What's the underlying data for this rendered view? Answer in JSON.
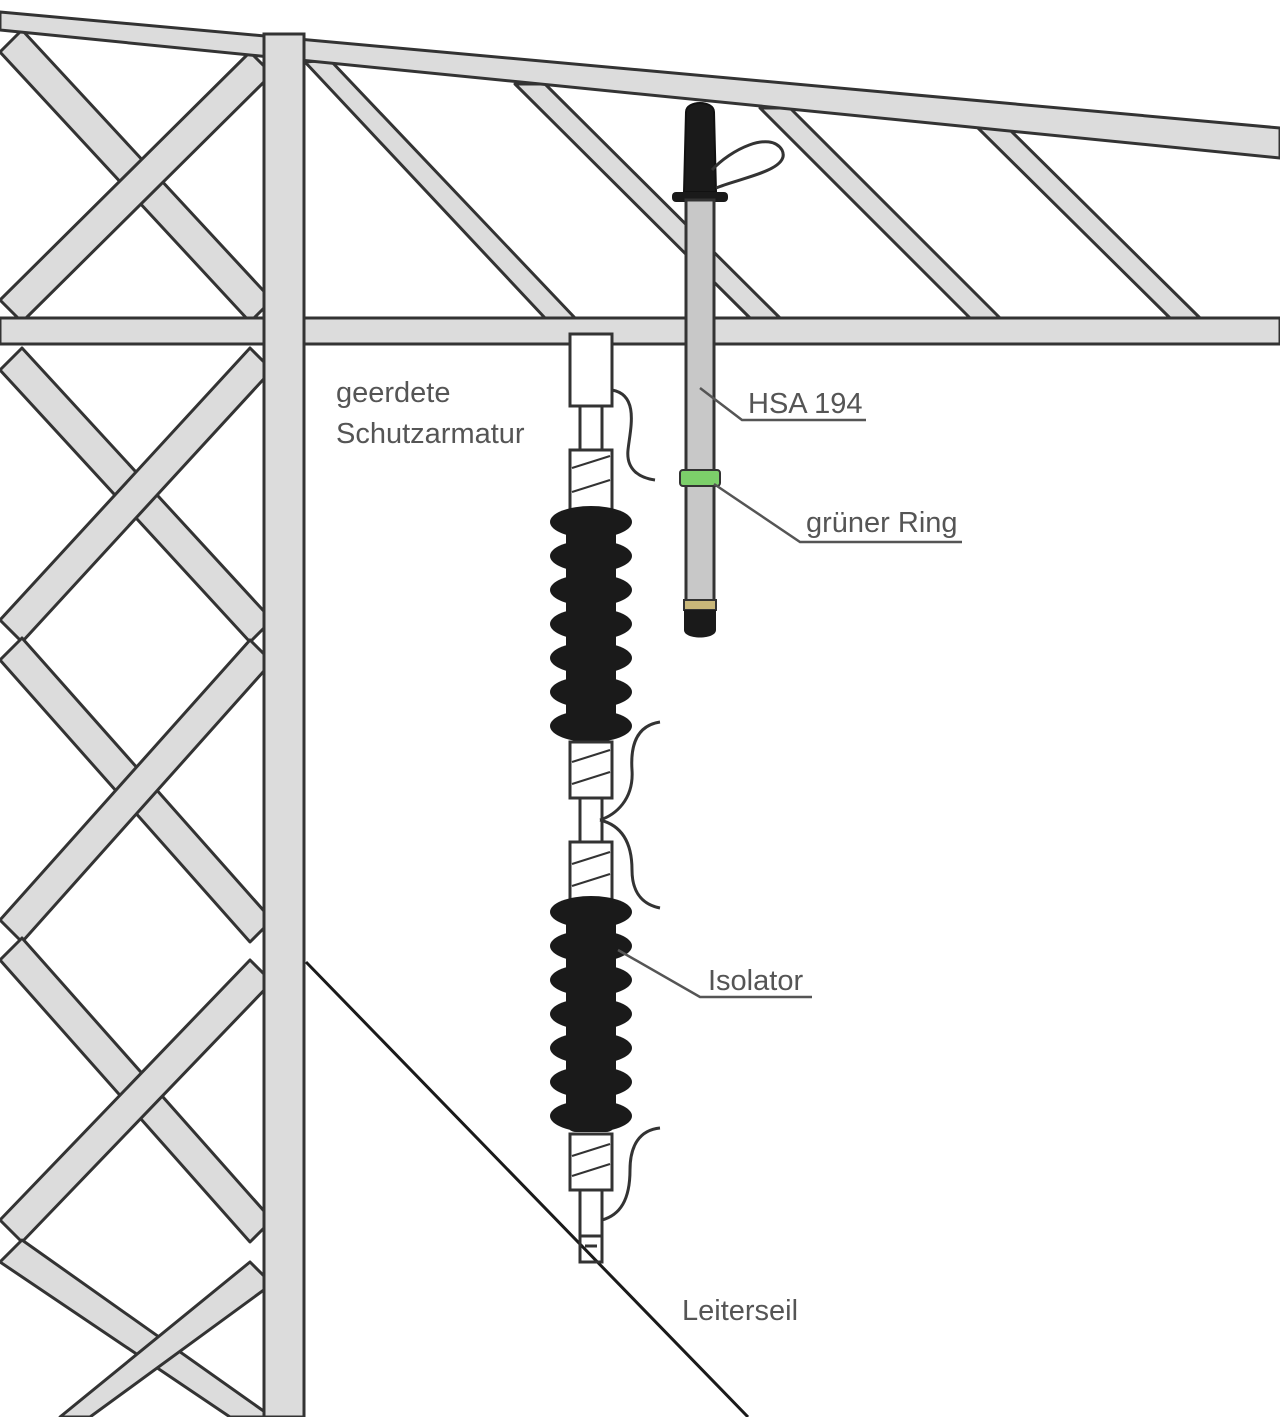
{
  "labels": {
    "schutzarmatur_line1": "geerdete",
    "schutzarmatur_line2": "Schutzarmatur",
    "hsa": "HSA 194",
    "ring": "grüner Ring",
    "isolator": "Isolator",
    "leiterseil": "Leiterseil"
  },
  "colors": {
    "steel_fill": "#dcdcdc",
    "steel_outline": "#333333",
    "insulator": "#1a1a1a",
    "ring": "#7ccf6a",
    "label": "#555555"
  }
}
